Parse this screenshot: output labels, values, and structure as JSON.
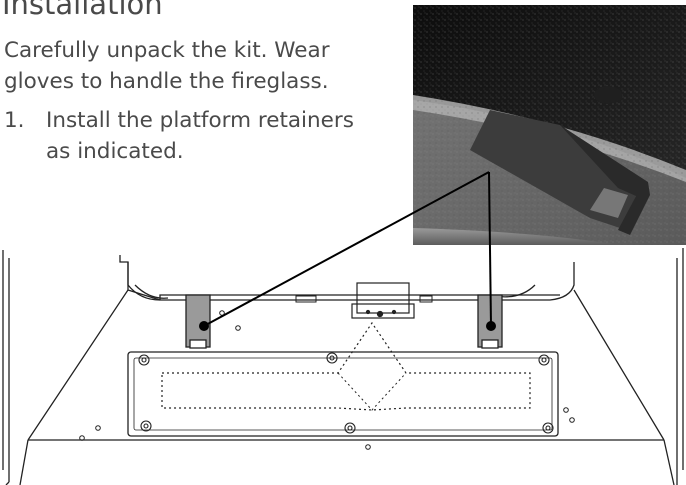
{
  "section": {
    "heading": "Installation",
    "intro_lines": [
      "Carefully unpack the kit. Wear",
      "gloves to handle the fireglass."
    ]
  },
  "steps": [
    {
      "number": "1.",
      "lines": [
        "Install the platform retainers",
        "as indicated."
      ]
    }
  ],
  "figure": {
    "photo_type": "grayscale-closeup-photo",
    "callout_color": "#000000"
  }
}
